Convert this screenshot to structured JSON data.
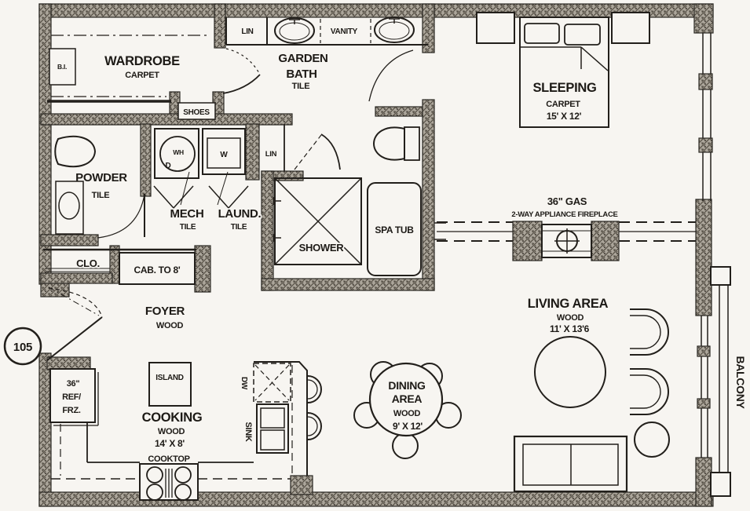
{
  "unit": {
    "number": "105"
  },
  "wardrobe": {
    "name": "WARDROBE",
    "floor": "CARPET",
    "built_in": "B.I.",
    "shoes": "SHOES"
  },
  "garden_bath": {
    "name_line1": "GARDEN",
    "name_line2": "BATH",
    "floor": "TILE",
    "linen": "LIN",
    "vanity": "VANITY"
  },
  "sleeping": {
    "name": "SLEEPING",
    "floor": "CARPET",
    "dims": "15' X 12'"
  },
  "powder": {
    "name": "POWDER",
    "floor": "TILE"
  },
  "mech": {
    "name": "MECH",
    "floor": "TILE",
    "water_heater": "WH",
    "dryer": "D"
  },
  "laundry": {
    "name": "LAUND.",
    "floor": "TILE",
    "washer": "W"
  },
  "hall": {
    "linen": "LIN"
  },
  "bath_fixtures": {
    "shower": "SHOWER",
    "spa_tub": "SPA TUB"
  },
  "fireplace": {
    "line1": "36\" GAS",
    "line2": "2-WAY APPLIANCE FIREPLACE"
  },
  "foyer": {
    "name": "FOYER",
    "floor": "WOOD",
    "closet": "CLO.",
    "cabinet": "CAB. TO 8'"
  },
  "kitchen": {
    "name": "COOKING",
    "floor": "WOOD",
    "dims": "14' X 8'",
    "island": "ISLAND",
    "cooktop": "COOKTOP",
    "dishwasher": "DW",
    "sink": "SINK",
    "fridge_line1": "36\"",
    "fridge_line2": "REF/",
    "fridge_line3": "FRZ."
  },
  "dining": {
    "name_line1": "DINING",
    "name_line2": "AREA",
    "floor": "WOOD",
    "dims": "9' X 12'"
  },
  "living": {
    "name": "LIVING AREA",
    "floor": "WOOD",
    "dims": "11' X 13'6"
  },
  "balcony": {
    "name": "BALCONY"
  }
}
